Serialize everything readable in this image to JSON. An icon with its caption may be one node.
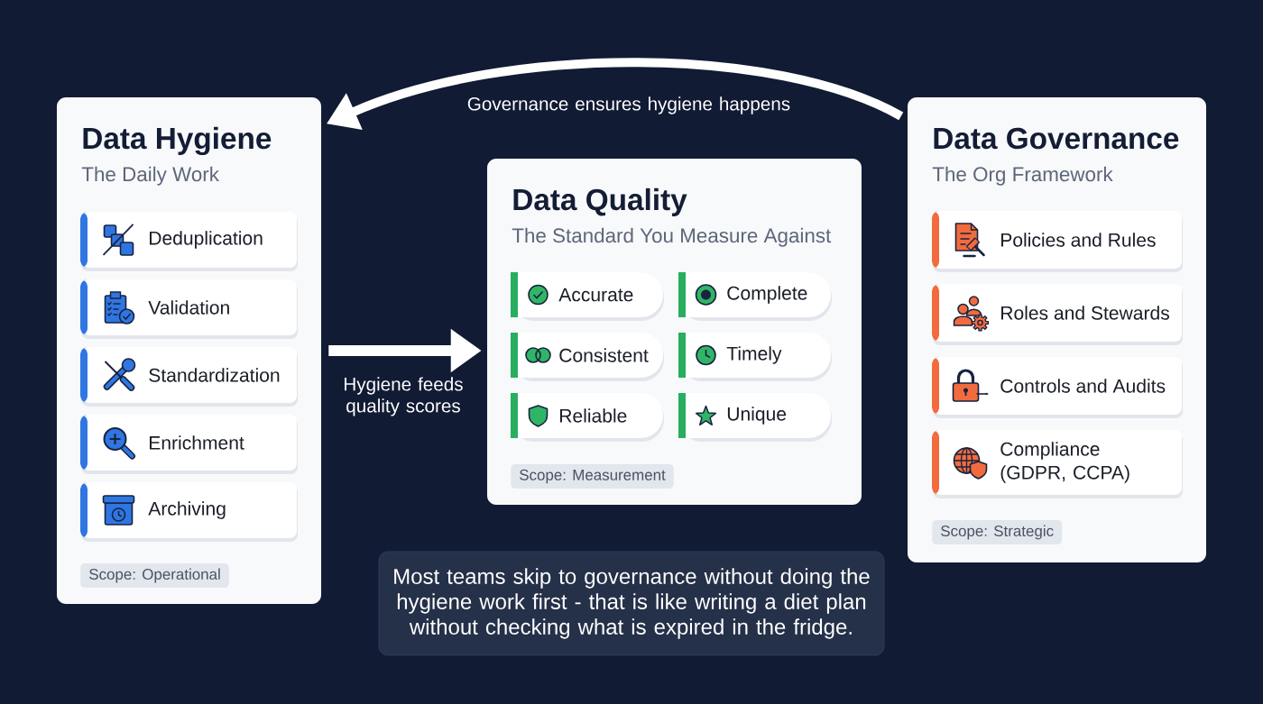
{
  "diagram": {
    "nodes": [
      {
        "text": [
          "Data Hygiene",
          "The Daily Work"
        ]
      },
      {
        "text": [
          "Deduplication"
        ],
        "in": 0
      },
      {
        "text": [
          "Validation"
        ],
        "in": 0
      },
      {
        "text": [
          "Standardization"
        ],
        "in": 0
      },
      {
        "text": [
          "Enrichment"
        ],
        "in": 0
      },
      {
        "text": [
          "Archiving"
        ],
        "in": 0
      },
      {
        "text": [
          "Scope: Operational"
        ],
        "in": 0
      },
      {
        "text": [
          "Data Quality",
          "The Standard You Measure Against"
        ]
      },
      {
        "text": [
          "Accurate"
        ],
        "in": 7
      },
      {
        "text": [
          "Complete"
        ],
        "in": 7
      },
      {
        "text": [
          "Consistent"
        ],
        "in": 7
      },
      {
        "text": [
          "Timely"
        ],
        "in": 7
      },
      {
        "text": [
          "Reliable"
        ],
        "in": 7
      },
      {
        "text": [
          "Unique"
        ],
        "in": 7
      },
      {
        "text": [
          "Scope: Measurement"
        ],
        "in": 7
      },
      {
        "text": [
          "Data Governance",
          "The Org Framework"
        ]
      },
      {
        "text": [
          "Policies and Rules"
        ],
        "in": 15
      },
      {
        "text": [
          "Roles and Stewards"
        ],
        "in": 15
      },
      {
        "text": [
          "Controls and Audits"
        ],
        "in": 15
      },
      {
        "text": [
          "Compliance (GDPR, CCPA)"
        ],
        "in": 15
      },
      {
        "text": [
          "Scope: Strategic"
        ],
        "in": 15
      },
      {
        "text": [
          "Most teams skip to governance without doing the hygiene work first - that is like writing a diet plan without checking what is expired in the fridge."
        ]
      }
    ],
    "edges": [
      {
        "from": 0,
        "to": 7,
        "arrow": "to",
        "label": "Hygiene feeds quality scores"
      },
      {
        "from": 15,
        "to": 0,
        "arrow": "to",
        "label": "Governance ensures hygiene happens"
      }
    ]
  }
}
